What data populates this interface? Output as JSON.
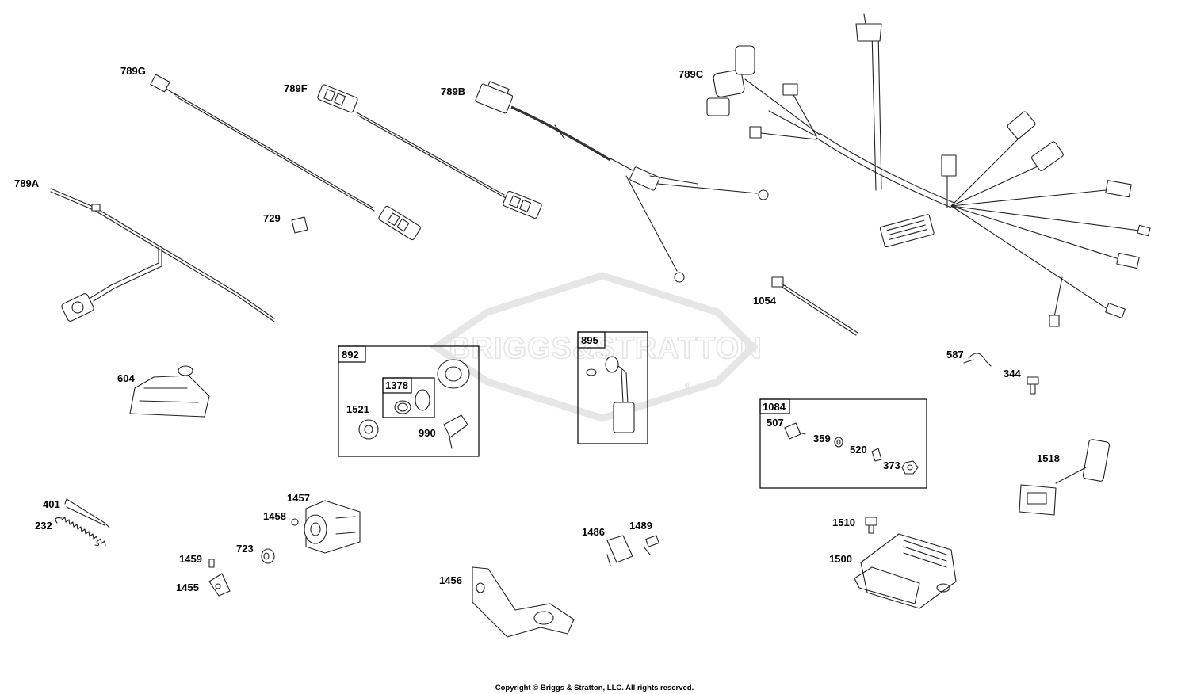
{
  "watermark": {
    "brand_text": "BRIGGS&STRATTON",
    "registered_mark": "®"
  },
  "callouts": [
    {
      "id": "789G",
      "label": "789G"
    },
    {
      "id": "789F",
      "label": "789F"
    },
    {
      "id": "789B",
      "label": "789B"
    },
    {
      "id": "789C",
      "label": "789C"
    },
    {
      "id": "789A",
      "label": "789A"
    },
    {
      "id": "729",
      "label": "729"
    },
    {
      "id": "1054",
      "label": "1054"
    },
    {
      "id": "604",
      "label": "604"
    },
    {
      "id": "1521",
      "label": "1521"
    },
    {
      "id": "990",
      "label": "990"
    },
    {
      "id": "587",
      "label": "587"
    },
    {
      "id": "344",
      "label": "344"
    },
    {
      "id": "507",
      "label": "507"
    },
    {
      "id": "359",
      "label": "359"
    },
    {
      "id": "520",
      "label": "520"
    },
    {
      "id": "373",
      "label": "373"
    },
    {
      "id": "1518",
      "label": "1518"
    },
    {
      "id": "401",
      "label": "401"
    },
    {
      "id": "232",
      "label": "232"
    },
    {
      "id": "1457",
      "label": "1457"
    },
    {
      "id": "1458",
      "label": "1458"
    },
    {
      "id": "723",
      "label": "723"
    },
    {
      "id": "1459",
      "label": "1459"
    },
    {
      "id": "1455",
      "label": "1455"
    },
    {
      "id": "1456",
      "label": "1456"
    },
    {
      "id": "1486",
      "label": "1486"
    },
    {
      "id": "1489",
      "label": "1489"
    },
    {
      "id": "1510",
      "label": "1510"
    },
    {
      "id": "1500",
      "label": "1500"
    }
  ],
  "kits": {
    "k892": {
      "label": "892"
    },
    "k1378": {
      "label": "1378"
    },
    "k895": {
      "label": "895"
    },
    "k1084": {
      "label": "1084"
    }
  },
  "footer": {
    "copyright": "Copyright © Briggs & Stratton, LLC. All rights reserved."
  }
}
